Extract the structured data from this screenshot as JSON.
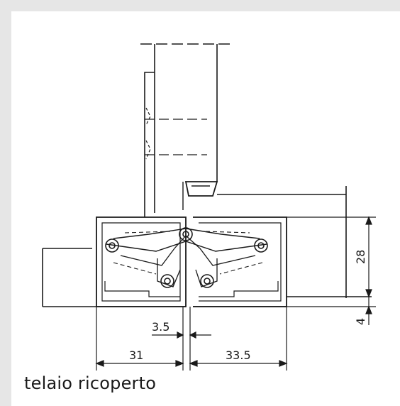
{
  "diagram": {
    "caption": "telaio ricoperto",
    "dimensions": {
      "gap": "3.5",
      "left_width": "31",
      "right_width": "33.5",
      "height": "28",
      "offset": "4"
    }
  },
  "colors": {
    "line": "#1a1a1a",
    "background": "#ffffff",
    "border": "#e6e6e6"
  }
}
